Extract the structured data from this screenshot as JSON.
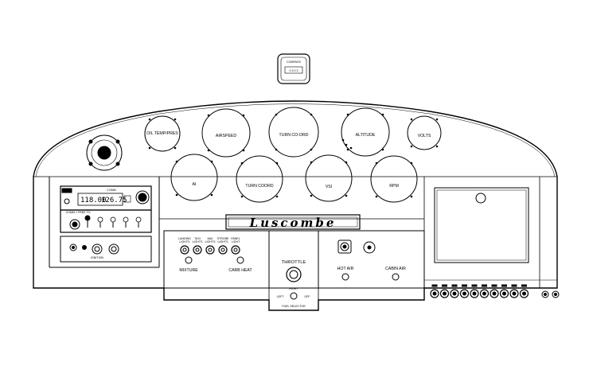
{
  "compass": {
    "label": "COMPASS",
    "reading": "0 3 0 3"
  },
  "gauges": {
    "oil": "OIL TEMP/PRES",
    "airspeed": "AIRSPEED",
    "turn_coord_top": "TURN CO-ORD",
    "altitude": "ALTITUDE",
    "volts": "VOLTS",
    "ai": "AI",
    "turn_coord_bottom": "TURN COORD",
    "vsi": "VSI",
    "rpm": "RPM"
  },
  "radio": {
    "freq_active": "118.00",
    "freq_standby": "126.75",
    "label": "COMM",
    "comm_label": "COMM 1 FREE TO"
  },
  "brand": "Luscombe",
  "switches": [
    "LANDING LIGHTS",
    "TAXI LIGHTS",
    "NAV LIGHTS",
    "STROBE LIGHTS",
    "PANEL LIGHT"
  ],
  "controls": {
    "mixture": "MIXTURE",
    "carb_heat": "CARB HEAT",
    "throttle": "THROTTLE",
    "hot_air": "HOT AIR",
    "cabin_air": "CABIN AIR",
    "ignition_label": "IGNITION"
  },
  "fuel": {
    "right": "RIGHT",
    "left": "LEFT",
    "off": "OFF",
    "selector": "FUEL SELECTOR"
  }
}
